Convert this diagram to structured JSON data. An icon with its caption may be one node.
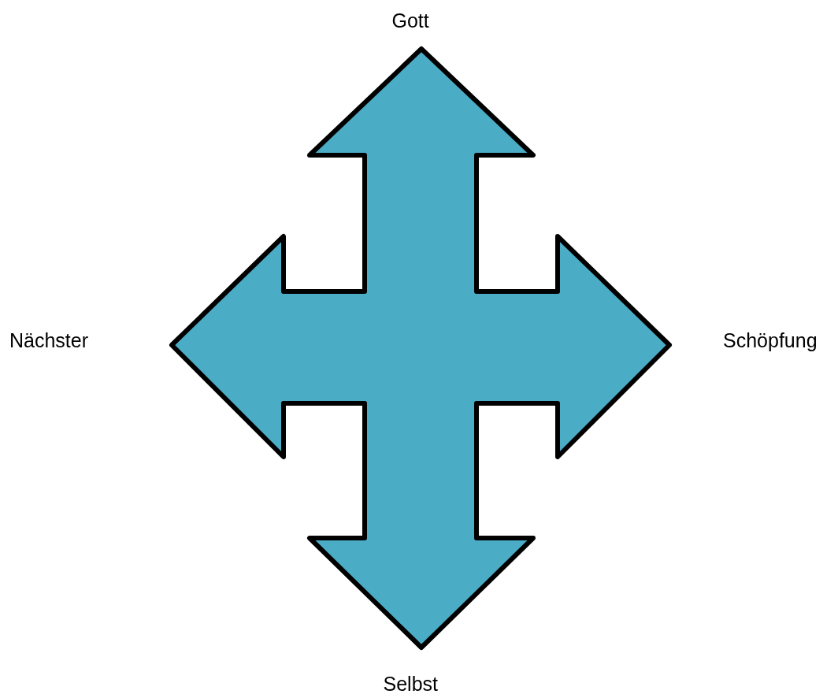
{
  "diagram": {
    "labels": [
      "Gott",
      "Nächster",
      "Schöpfung",
      "Selbst"
    ]
  }
}
